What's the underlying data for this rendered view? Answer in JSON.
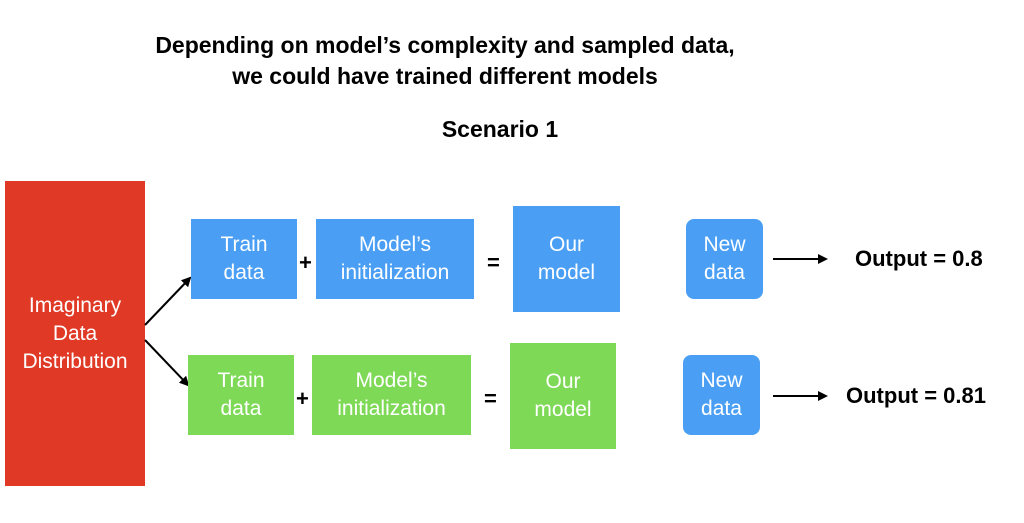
{
  "title": {
    "line1": "Depending on model’s complexity and sampled data,",
    "line2": "we could have trained different models"
  },
  "subtitle": "Scenario 1",
  "source": {
    "line1": "Imaginary",
    "line2": "Data",
    "line3": "Distribution",
    "color": "#e03a27"
  },
  "rows": [
    {
      "color": "#4a9ff5",
      "train": {
        "line1": "Train",
        "line2": "data"
      },
      "init": {
        "line1": "Model’s",
        "line2": "initialization"
      },
      "model": {
        "line1": "Our",
        "line2": "model"
      },
      "new_data": {
        "line1": "New",
        "line2": "data"
      },
      "plus": "+",
      "equals": "=",
      "output": "Output = 0.8"
    },
    {
      "color": "#7ed957",
      "train": {
        "line1": "Train",
        "line2": "data"
      },
      "init": {
        "line1": "Model’s",
        "line2": "initialization"
      },
      "model": {
        "line1": "Our",
        "line2": "model"
      },
      "new_data": {
        "line1": "New",
        "line2": "data"
      },
      "plus": "+",
      "equals": "=",
      "output": "Output = 0.81"
    }
  ],
  "new_data_color": "#4a9ff5"
}
